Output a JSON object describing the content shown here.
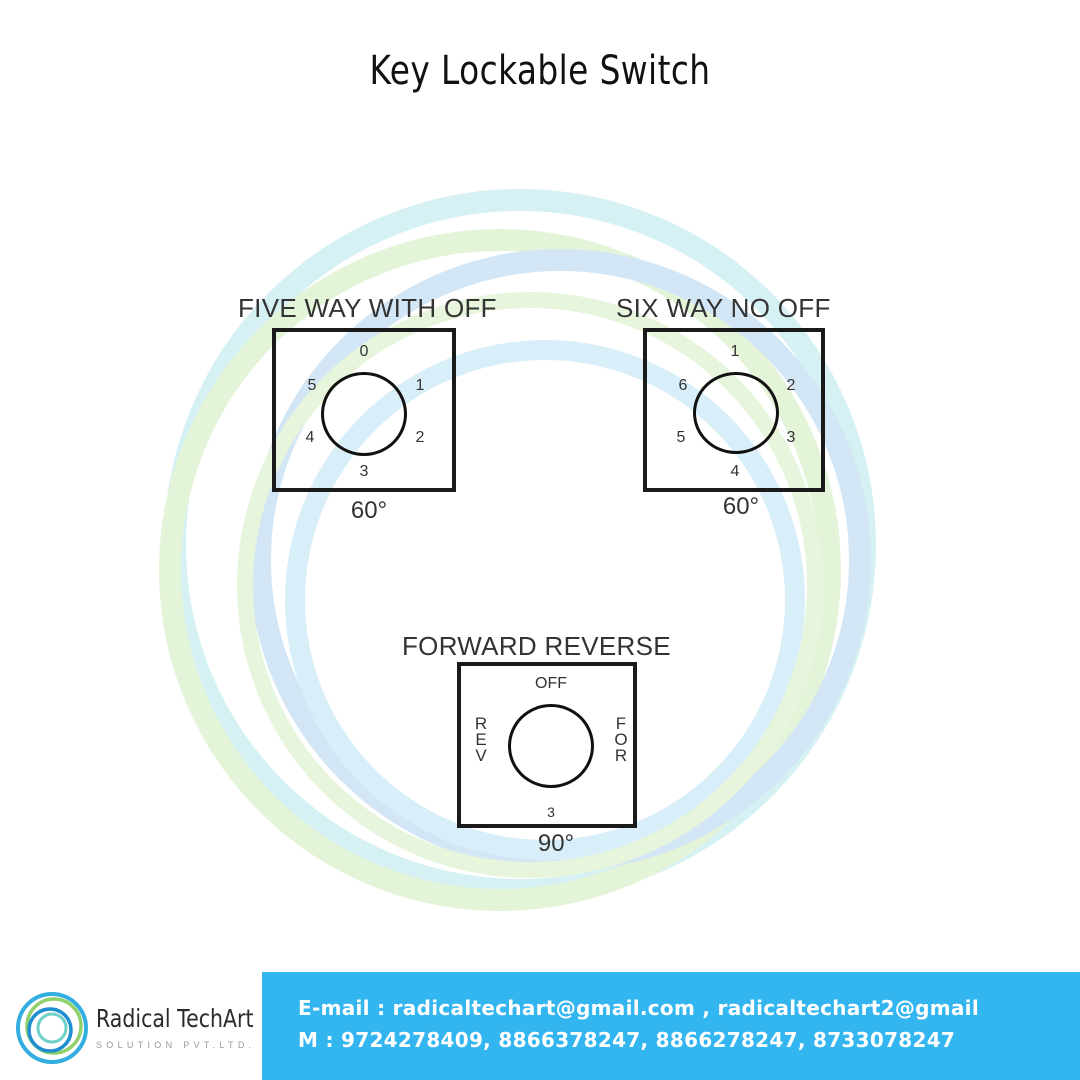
{
  "title": "Key Lockable Switch",
  "switches": [
    {
      "title": "FIVE WAY WITH OFF",
      "angle": "60°",
      "positions": [
        "0",
        "1",
        "2",
        "3",
        "4",
        "5"
      ]
    },
    {
      "title": "SIX WAY NO OFF",
      "angle": "60°",
      "positions": [
        "1",
        "2",
        "3",
        "4",
        "5",
        "6"
      ]
    },
    {
      "title": "FORWARD REVERSE",
      "angle": "90°",
      "positions": [
        "OFF",
        "REV",
        "FOR",
        "3"
      ]
    }
  ],
  "footer": {
    "email": "E-mail : radicaltechart@gmail.com , radicaltechart2@gmail",
    "mobile": "M : 9724278409, 8866378247, 8866278247, 8733078247"
  },
  "logo": {
    "name": "Radical TechArt",
    "subtitle": "SOLUTION PVT.LTD."
  },
  "colors": {
    "footer_bar": "#33b5f0",
    "ring_blue": "#cfe4f4",
    "ring_green": "#e2f3d6",
    "ring_cyan": "#d3f0f2"
  }
}
